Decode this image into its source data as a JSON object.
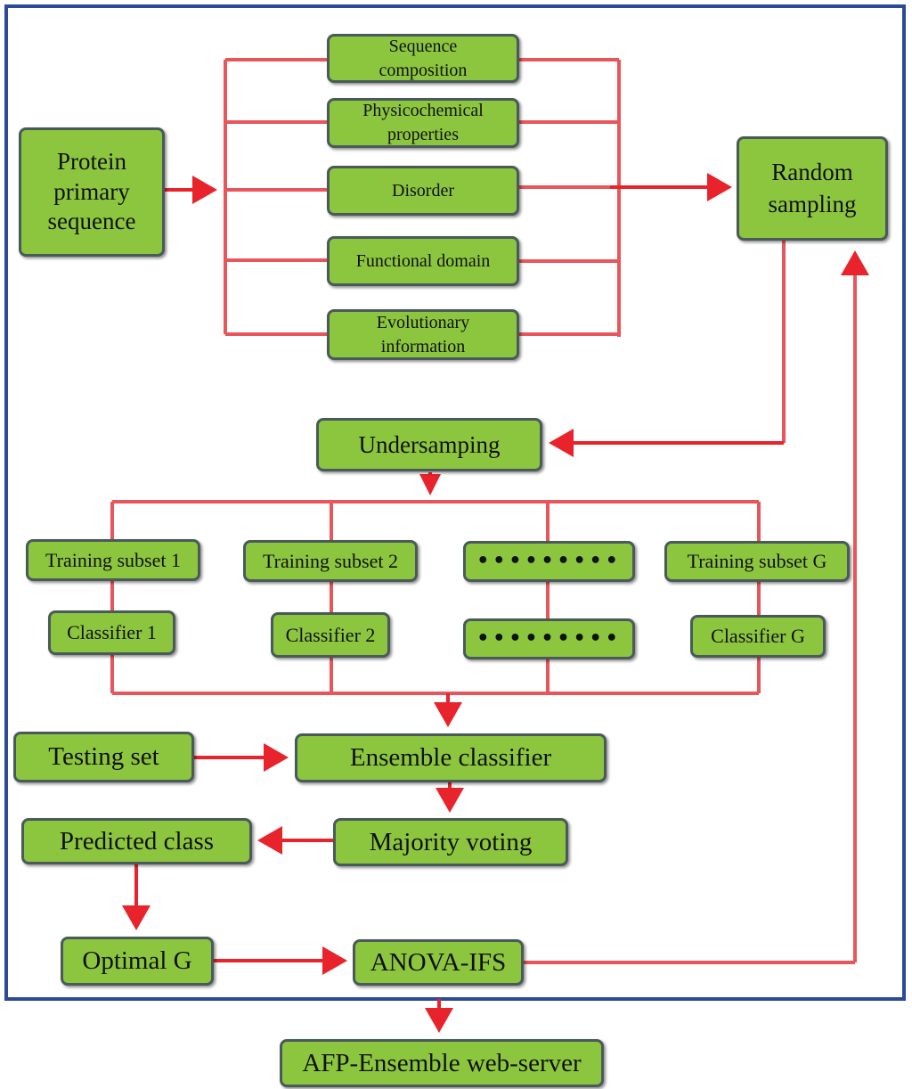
{
  "nodes": {
    "protein": "Protein primary sequence",
    "seq_comp": "Sequence composition",
    "physchem": "Physicochemical properties",
    "disorder": "Disorder",
    "func_domain": "Functional domain",
    "evol_info": "Evolutionary information",
    "random_sampling": "Random sampling",
    "undersampling": "Undersamping",
    "train1": "Training subset 1",
    "train2": "Training subset 2",
    "train_dots": "•••••••••",
    "trainG": "Training subset G",
    "clf1": "Classifier 1",
    "clf2": "Classifier 2",
    "clf_dots": "•••••••••",
    "clfG": "Classifier G",
    "testing": "Testing set",
    "ensemble": "Ensemble classifier",
    "predicted": "Predicted class",
    "majority": "Majority voting",
    "optimal": "Optimal G",
    "anova": "ANOVA-IFS",
    "webserver": "AFP-Ensemble web-server"
  },
  "colors": {
    "box_fill": "#8cc63f",
    "box_border": "#4a5a5a",
    "connector": "#e8555a",
    "arrow": "#e8232b",
    "frame": "#2a4a9a"
  }
}
